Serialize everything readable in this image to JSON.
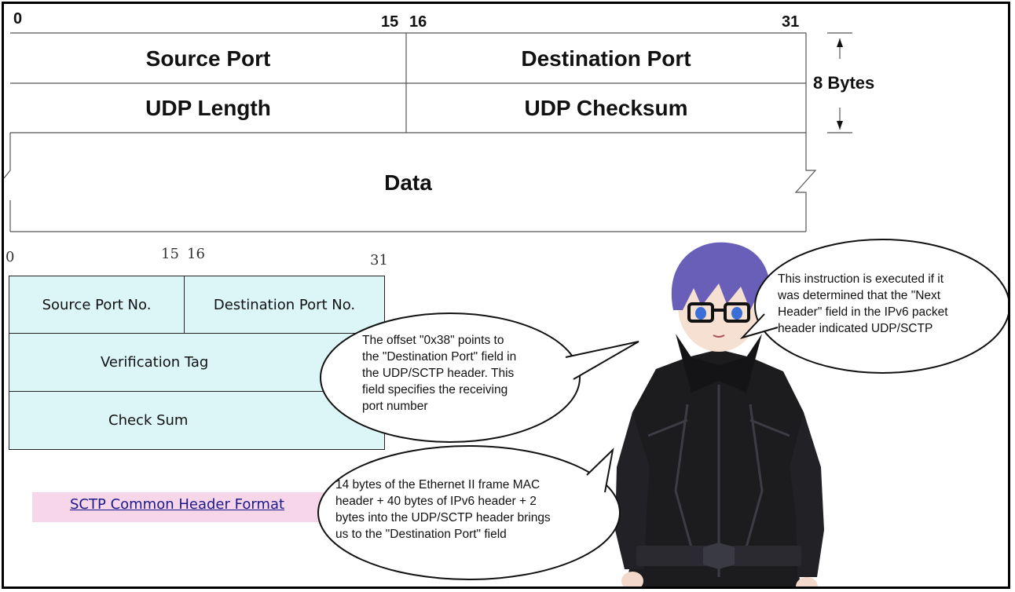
{
  "udp_header": {
    "bit_labels": {
      "b0": "0",
      "b15": "15",
      "b16": "16",
      "b31": "31"
    },
    "source_port": "Source Port",
    "destination_port": "Destination Port",
    "udp_length": "UDP Length",
    "udp_checksum": "UDP Checksum",
    "data": "Data",
    "size_label": "8 Bytes"
  },
  "sctp_header": {
    "bit_labels": {
      "b0": "0",
      "b15": "15",
      "b16": "16",
      "b31": "31"
    },
    "source_port": "Source Port No.",
    "destination_port": "Destination Port No.",
    "verification_tag": "Verification Tag",
    "check_sum": "Check Sum",
    "link_text": "SCTP Common Header Format"
  },
  "bubbles": {
    "top_right": [
      "This instruction is executed if it",
      "was determined that the \"Next",
      "Header\" field in the IPv6 packet",
      "header indicated UDP/SCTP"
    ],
    "middle": [
      "The offset \"0x38\" points to",
      "the \"Destination Port\" field in",
      "the UDP/SCTP header. This",
      "field specifies the receiving",
      "port number"
    ],
    "bottom": [
      "14 bytes of the Ethernet II frame MAC",
      "header + 40 bytes of IPv6 header + 2",
      "bytes into the UDP/SCTP header brings",
      "us to the \"Destination Port\" field"
    ]
  },
  "colors": {
    "sctp_fill": "#dcf6f8",
    "link_bg": "#f8d6ea",
    "link_text": "#1a1a8a",
    "hair": "#6a5fb8",
    "coat": "#1c1c1f"
  },
  "character": {
    "icon": "anime-character-figure"
  }
}
